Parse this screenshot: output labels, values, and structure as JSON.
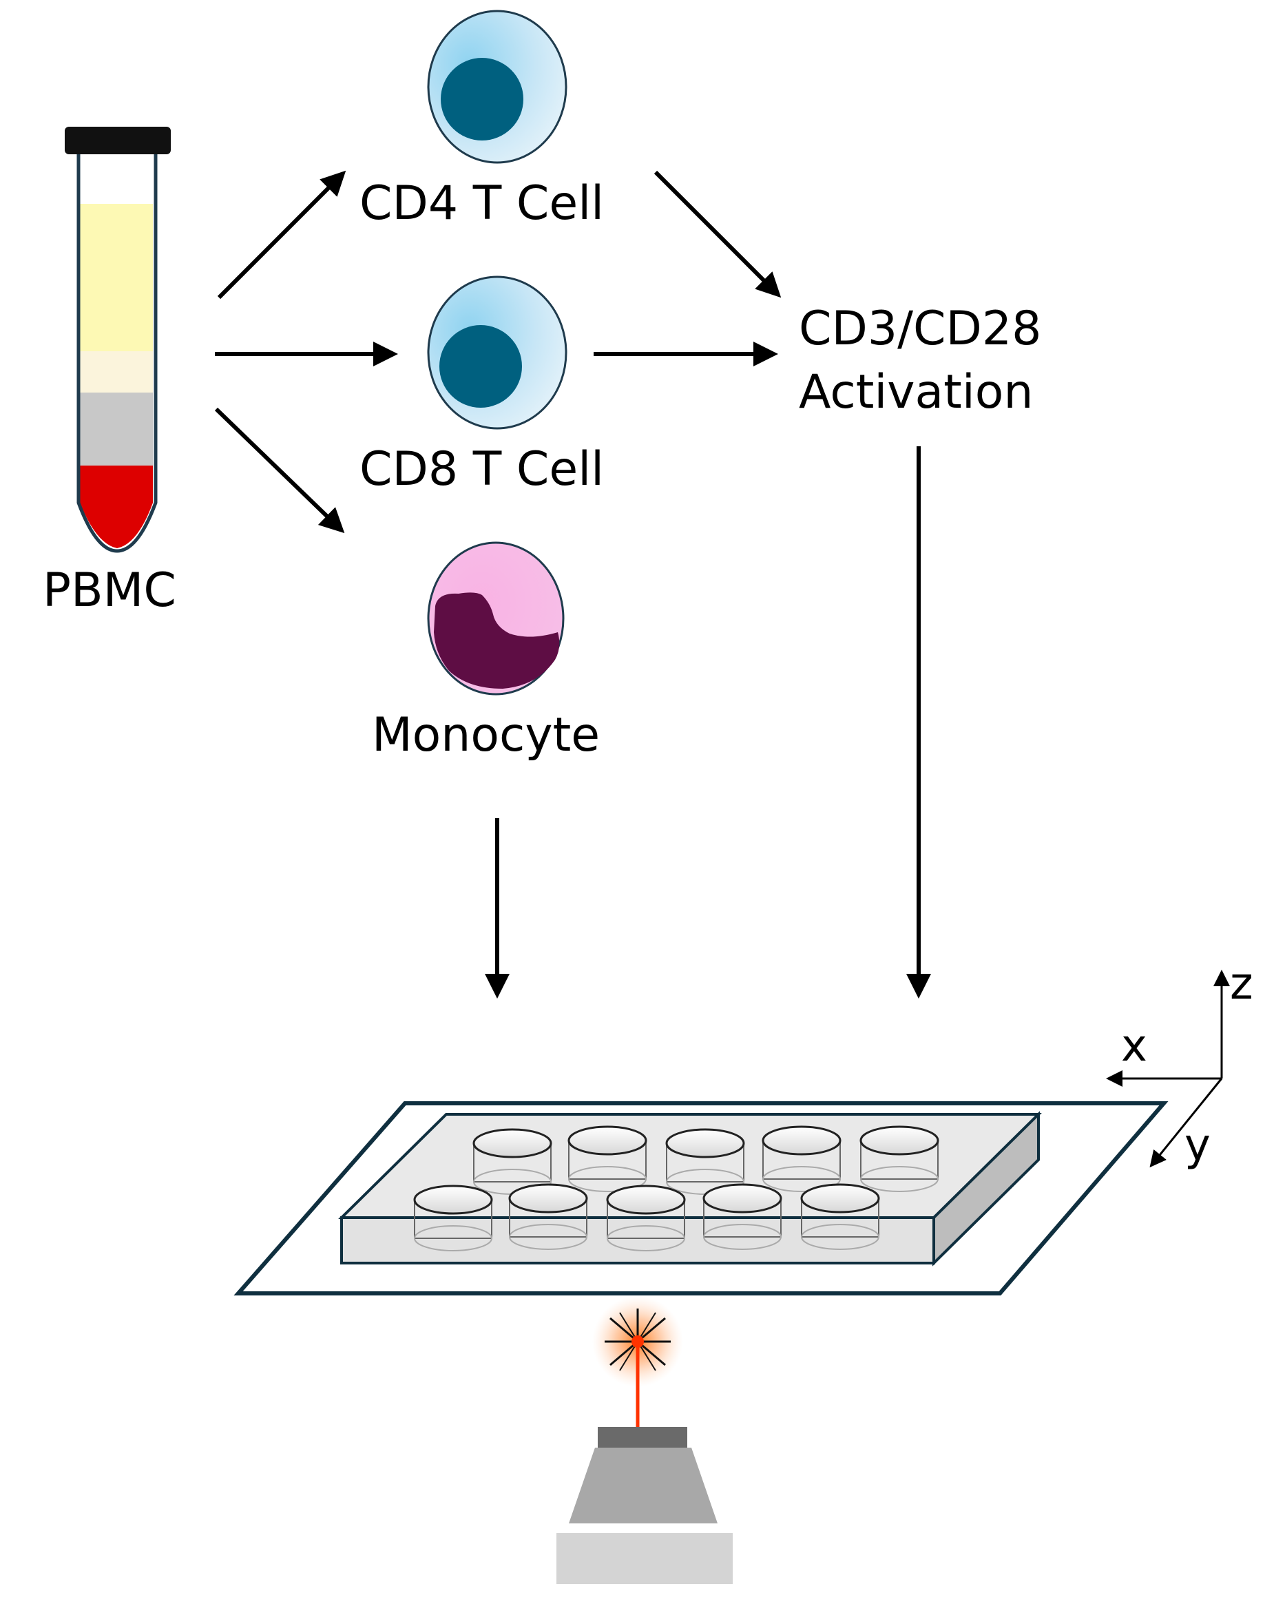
{
  "labels": {
    "pbmc": "PBMC",
    "cd4": "CD4 T Cell",
    "cd8": "CD8 T Cell",
    "monocyte": "Monocyte",
    "activation_line1": "CD3/CD28",
    "activation_line2": "Activation"
  },
  "axes": {
    "x": "x",
    "y": "y",
    "z": "z"
  },
  "colors": {
    "tube_outline": "#1f3b4d",
    "tube_cap": "#111111",
    "plasma": "#fdf9b4",
    "buffy_coat": "#fbf4dc",
    "ficoll": "#c8c8c8",
    "red_cells": "#dd0000",
    "t_cell_body": "#cde9f7",
    "t_cell_nucleus": "#00607f",
    "monocyte_body": "#f7b5e5",
    "monocyte_nucleus": "#5e0d44",
    "stage_outline": "#0f2f3f",
    "plate_fill": "#e8e8e8",
    "laser": "#ff3300"
  }
}
